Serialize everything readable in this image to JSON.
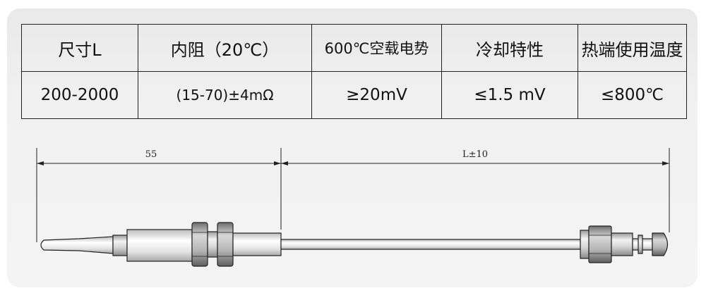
{
  "spec_table": {
    "headers": [
      "尺寸L",
      "内阻（20℃）",
      "600℃空载电势",
      "冷却特性",
      "热端使用温度"
    ],
    "values": [
      "200-2000",
      "(15-70)±4mΩ",
      "≥20mV",
      "≤1.5 mV",
      "≤800℃"
    ]
  },
  "drawing": {
    "dimension_left": "55",
    "dimension_right": "L±10"
  },
  "colors": {
    "line": "#222222",
    "card_bg": "#eeeeee"
  }
}
